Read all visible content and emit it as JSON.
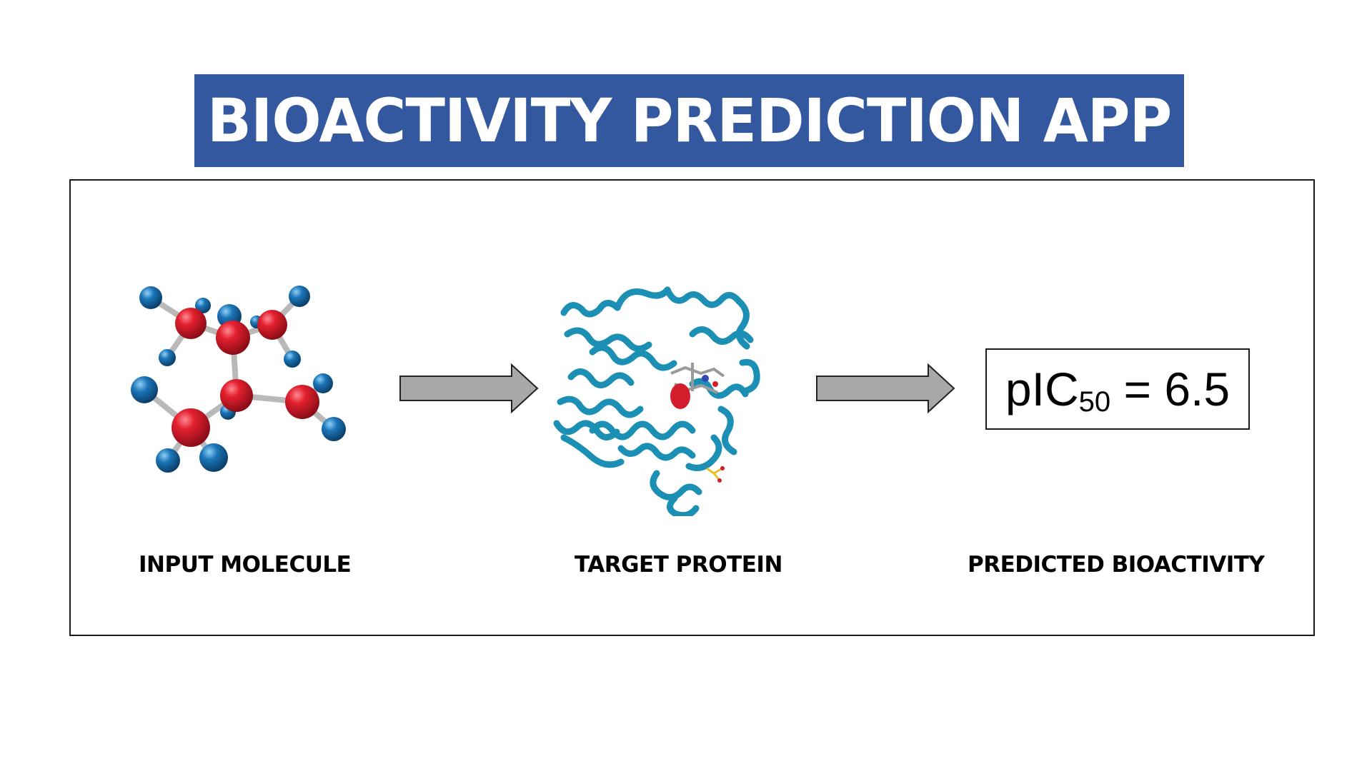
{
  "title": "BIOACTIVITY PREDICTION APP",
  "steps": [
    {
      "label": "INPUT MOLECULE"
    },
    {
      "label": "TARGET PROTEIN"
    },
    {
      "label": "PREDICTED BIOACTIVITY"
    }
  ],
  "result": {
    "prefix": "pIC",
    "subscript": "50",
    "suffix": " = 6.5"
  },
  "icons": {
    "molecule": "ball-and-stick-molecule-icon",
    "protein": "protein-ribbon-structure-icon",
    "arrow": "right-arrow-icon"
  },
  "colors": {
    "banner": "#34589f",
    "atom_red": "#d41d2c",
    "atom_blue": "#1b75b8",
    "protein": "#1b8fb4",
    "arrow_fill": "#a9a7a7",
    "border": "#1a1a1a"
  }
}
